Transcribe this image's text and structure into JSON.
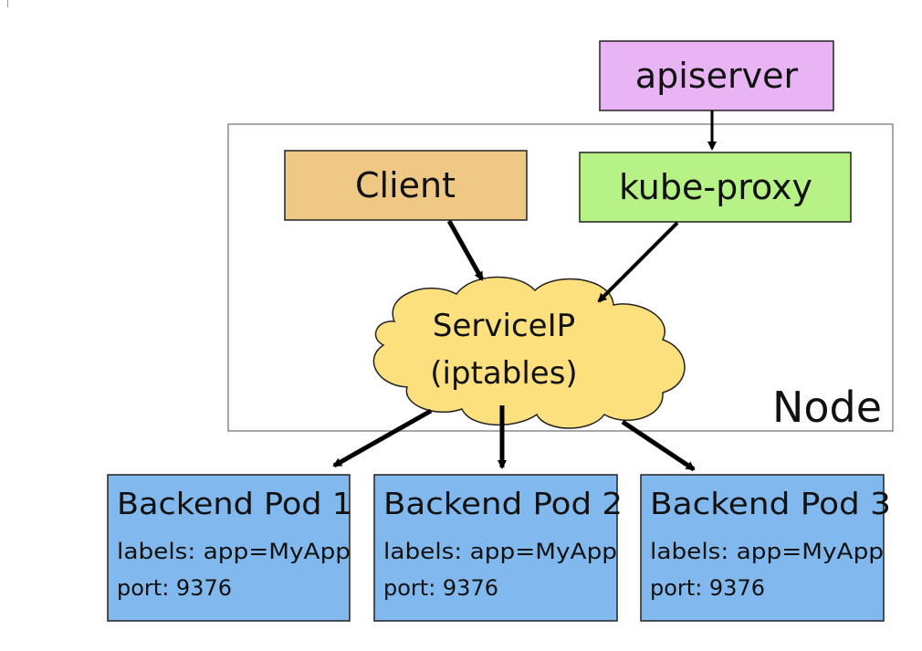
{
  "colors": {
    "apiserver": "#e9b4f3",
    "client": "#efc886",
    "kube_proxy": "#b6f286",
    "service_cloud": "#fce07e",
    "pod": "#81b9ee",
    "node_border": "#8a8a8a",
    "arrow": "#000000"
  },
  "apiserver": {
    "label": "apiserver"
  },
  "node": {
    "label": "Node"
  },
  "client": {
    "label": "Client"
  },
  "kube_proxy": {
    "label": "kube-proxy"
  },
  "service": {
    "line1": "ServiceIP",
    "line2": "(iptables)"
  },
  "pods": [
    {
      "title": "Backend Pod 1",
      "labels": "labels: app=MyApp",
      "port": "port: 9376"
    },
    {
      "title": "Backend Pod 2",
      "labels": "labels: app=MyApp",
      "port": "port: 9376"
    },
    {
      "title": "Backend Pod 3",
      "labels": "labels: app=MyApp",
      "port": "port: 9376"
    }
  ]
}
